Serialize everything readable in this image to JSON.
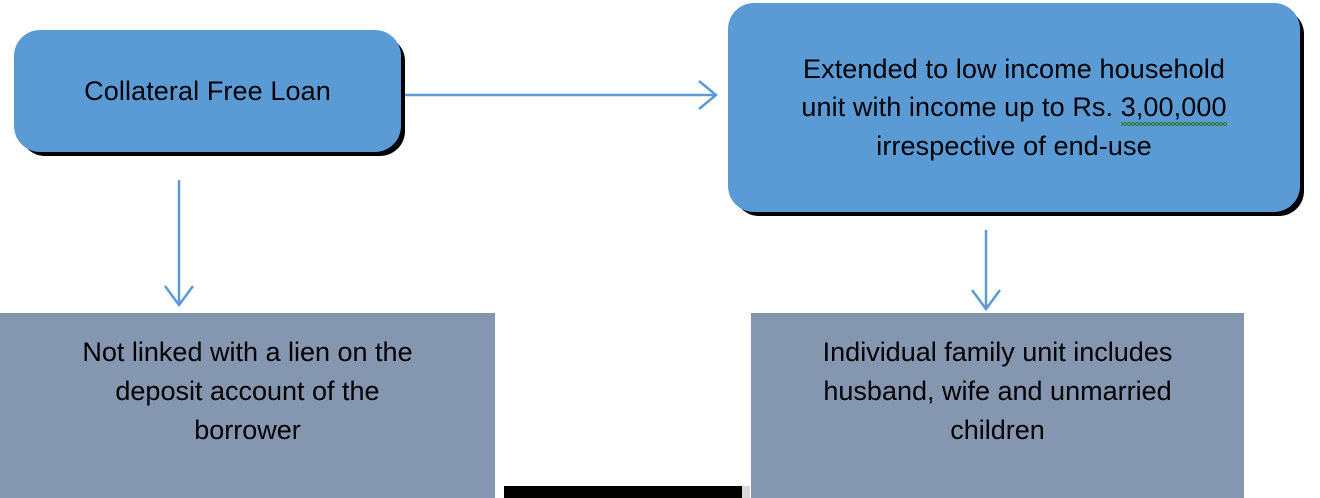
{
  "diagram": {
    "title": "Collateral Free Loan",
    "palette": {
      "blue_fill": "#5B9BD5",
      "gray_fill": "#8496B0",
      "connector": "#5B9BD5",
      "text": "#000000",
      "spellcheck_underline": "#2E7D32",
      "background": "#FFFFFF",
      "bar": "#000000"
    },
    "nodes": [
      {
        "id": "collateral",
        "shape": "rounded-rectangle",
        "style": "blue",
        "lines": [
          "Collateral Free Loan"
        ]
      },
      {
        "id": "extended",
        "shape": "rounded-rectangle",
        "style": "blue",
        "lines": [
          "Extended to low income household",
          "unit with income up to Rs. ",
          "irrespective of end-use"
        ],
        "misspelled_token": "3,00,000"
      },
      {
        "id": "lien",
        "shape": "rectangle",
        "style": "gray",
        "lines": [
          "Not linked with a lien on the",
          "deposit account of the",
          "borrower"
        ]
      },
      {
        "id": "family",
        "shape": "rectangle",
        "style": "gray",
        "lines": [
          "Individual family unit includes",
          "husband, wife and unmarried",
          "children"
        ]
      }
    ],
    "connectors": [
      {
        "id": "collateral-to-extended",
        "from": "collateral",
        "to": "extended",
        "direction": "right"
      },
      {
        "id": "collateral-to-lien",
        "from": "collateral",
        "to": "lien",
        "direction": "down"
      },
      {
        "id": "extended-to-family",
        "from": "extended",
        "to": "family",
        "direction": "down"
      }
    ]
  }
}
